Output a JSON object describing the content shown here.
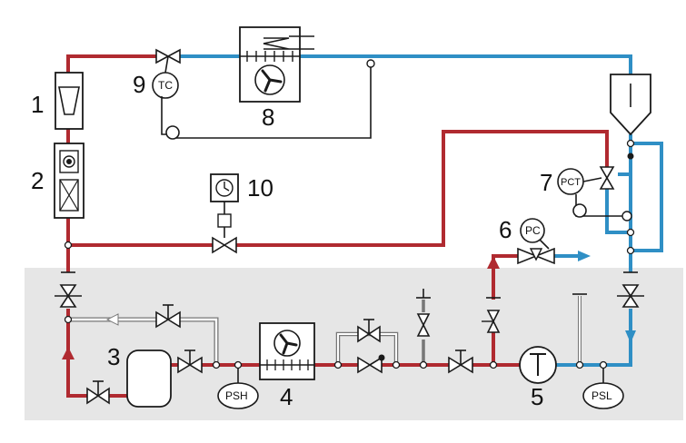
{
  "labels": {
    "n1": "1",
    "n2": "2",
    "n3": "3",
    "n4": "4",
    "n5": "5",
    "n6": "6",
    "n7": "7",
    "n8": "8",
    "n9": "9",
    "n10": "10",
    "tc": "TC",
    "pc": "PC",
    "pct": "PCT",
    "psh": "PSH",
    "psl": "PSL"
  },
  "colors": {
    "hot_line": "#b02a30",
    "cold_line": "#2f8fc5",
    "panel": "#e6e6e6",
    "ink": "#1a1a1a"
  }
}
